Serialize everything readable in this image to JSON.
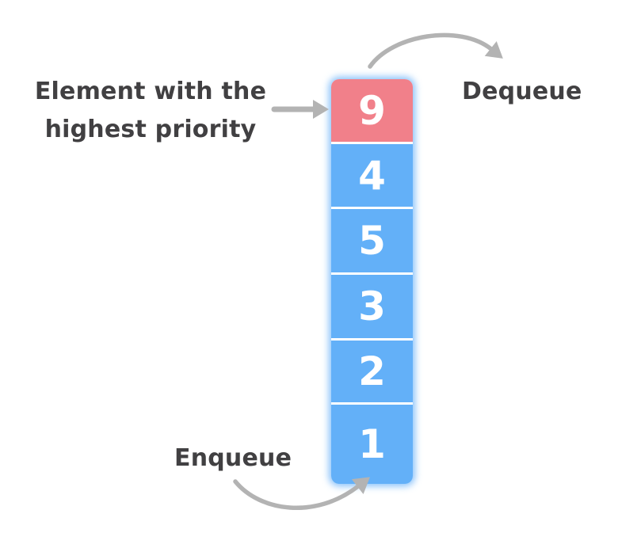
{
  "diagram": {
    "annotations": {
      "highest_priority_label": {
        "line1": "Element with the",
        "line2": "highest priority"
      },
      "dequeue_label": "Dequeue",
      "enqueue_label": "Enqueue"
    },
    "queue": {
      "cells": [
        {
          "value": "9",
          "role": "highest-priority"
        },
        {
          "value": "4",
          "role": "element"
        },
        {
          "value": "5",
          "role": "element"
        },
        {
          "value": "3",
          "role": "element"
        },
        {
          "value": "2",
          "role": "element"
        },
        {
          "value": "1",
          "role": "element"
        }
      ]
    },
    "colors": {
      "page_bg": "#ffffff",
      "highlight_cell": "#f1808a",
      "cell": "#63b0f8",
      "cell_text": "#ffffff",
      "divider": "#ffffff",
      "glow": "#61adf8",
      "arrow": "#b3b3b3",
      "label_text": "#414042"
    }
  }
}
